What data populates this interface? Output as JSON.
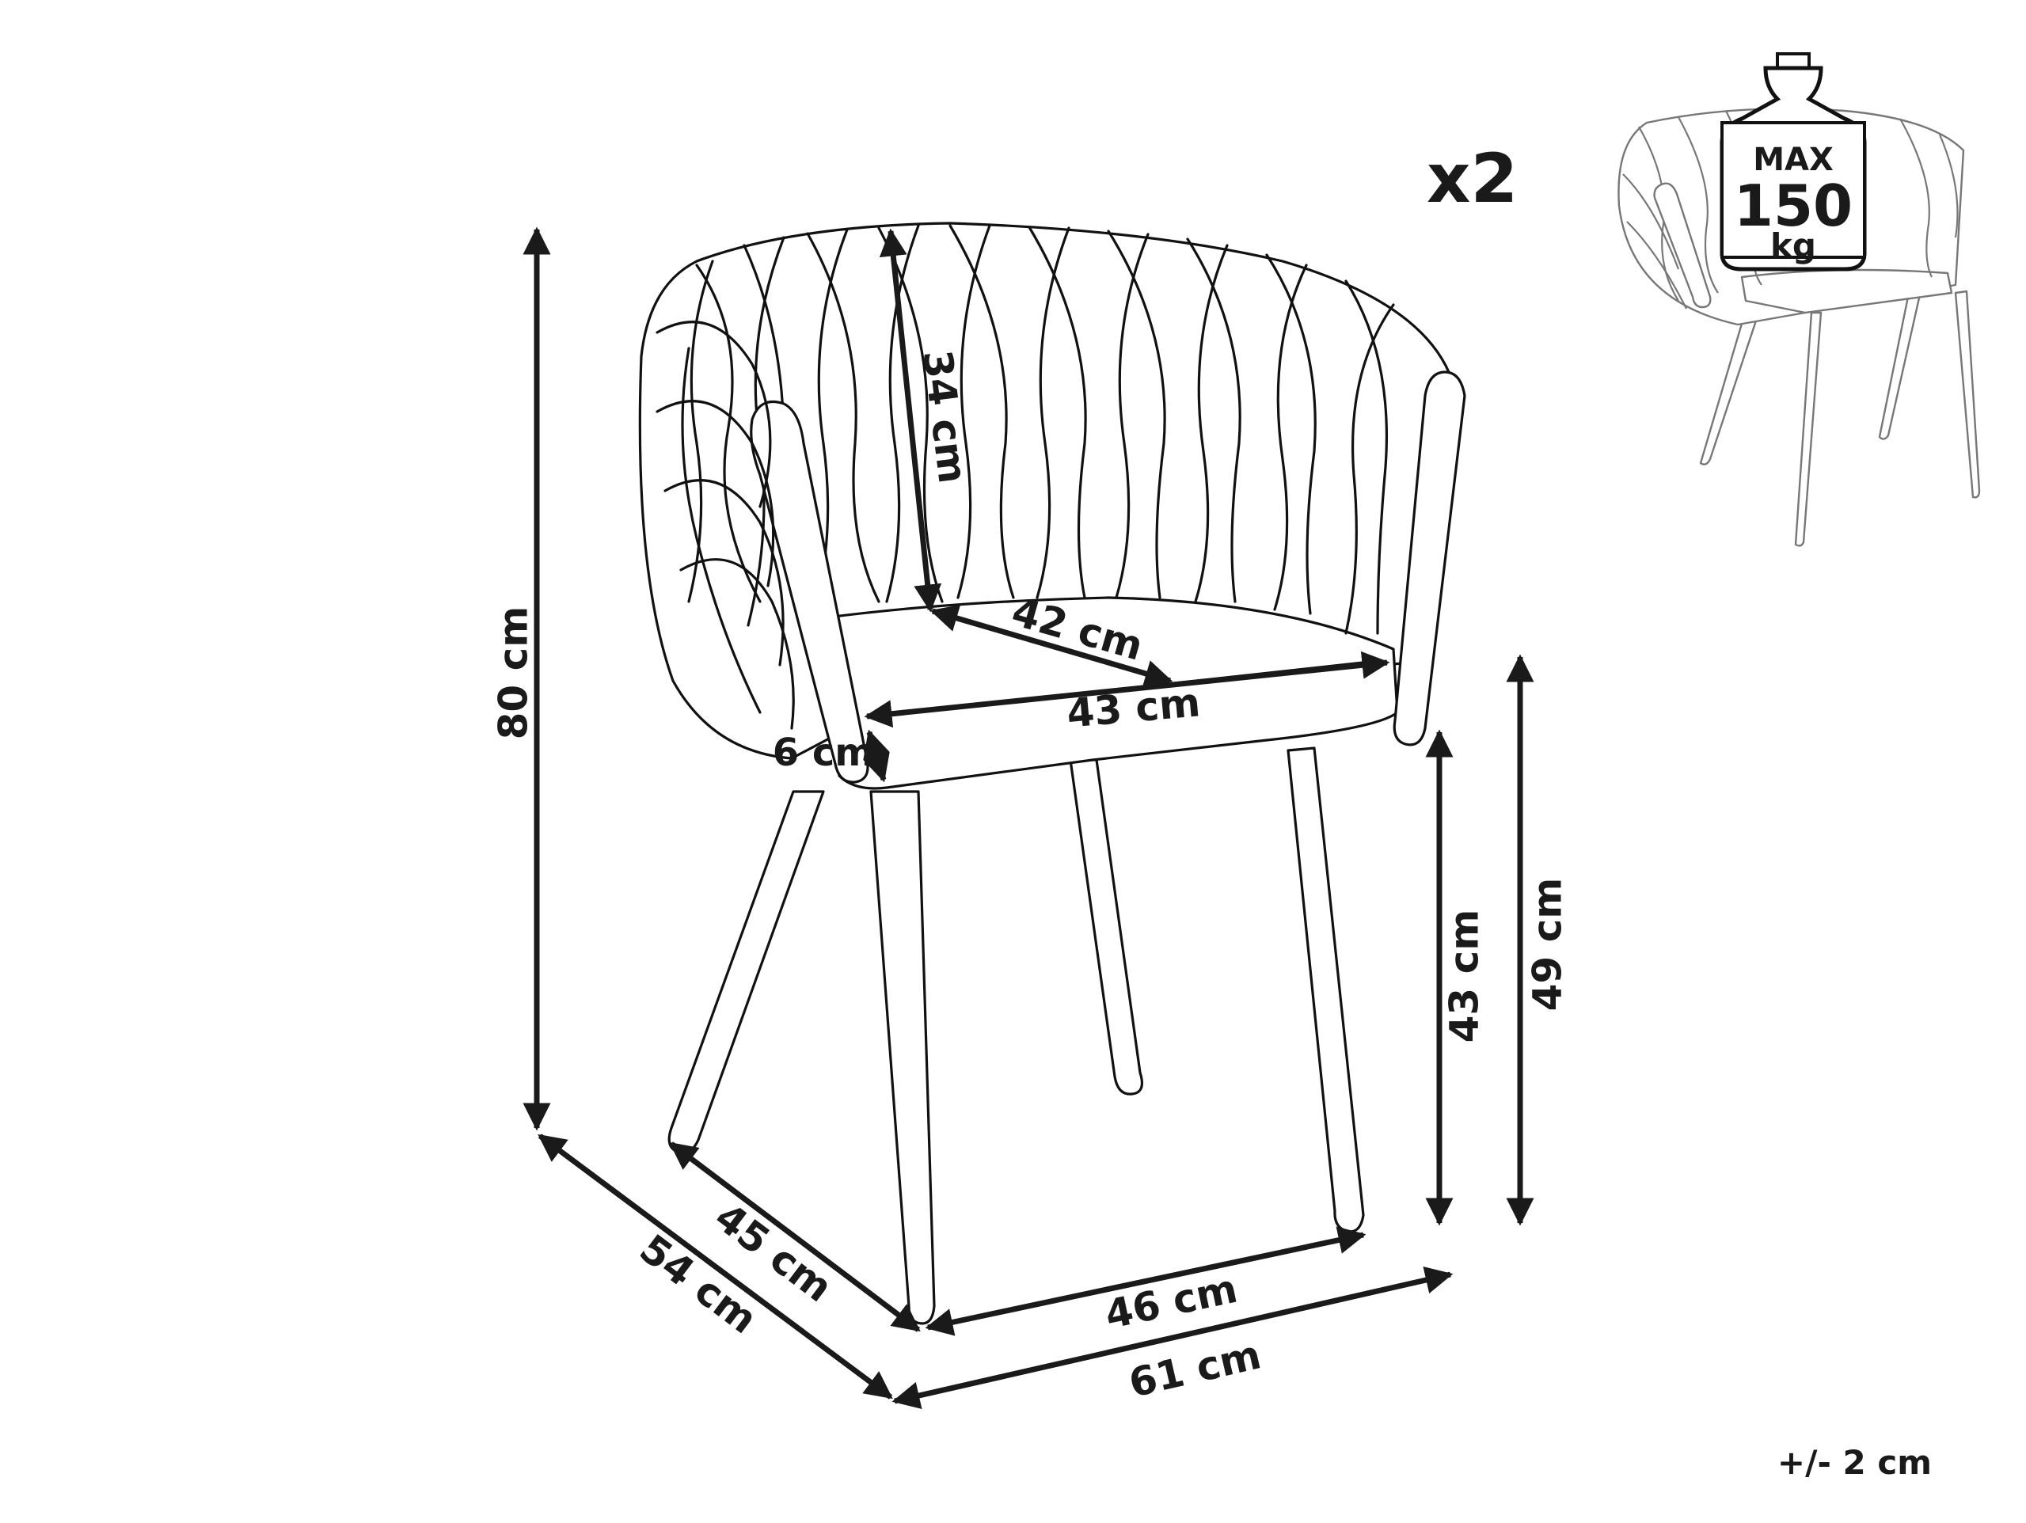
{
  "quantity": "x2",
  "max_load": {
    "line1": "MAX",
    "line2": "150",
    "line3": "kg"
  },
  "tolerance": "+/- 2 cm",
  "dimensions": {
    "total_height": "80 cm",
    "backrest_height": "34 cm",
    "seat_depth": "42 cm",
    "seat_width": "43 cm",
    "seat_thickness": "6 cm",
    "seat_height": "43 cm",
    "armrest_height": "49 cm",
    "depth_legs": "45 cm",
    "depth_total": "54 cm",
    "width_legs": "46 cm",
    "width_total": "61 cm"
  },
  "colors": {
    "line": "#1a1a1a",
    "thumb_line": "#777777",
    "background": "#ffffff"
  },
  "icons": [
    "chair-drawing",
    "weight-icon",
    "chair-thumbnail"
  ]
}
